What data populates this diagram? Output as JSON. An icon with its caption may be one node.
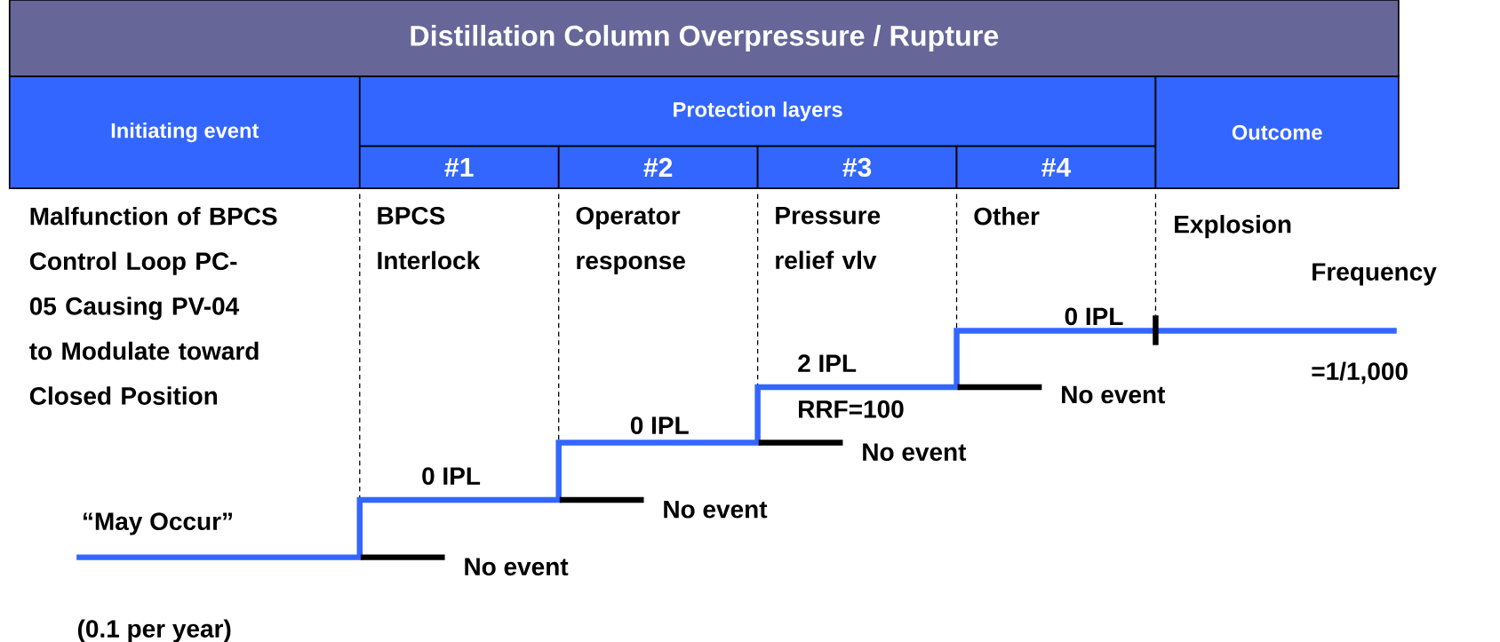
{
  "diagram": {
    "title": "Distillation Column Overpressure /  Rupture",
    "nodes": [
      {
        "text": [
          "Initiating event"
        ]
      },
      {
        "text": [
          "Protection layers"
        ]
      },
      {
        "text": [
          "#1"
        ]
      },
      {
        "text": [
          "#2"
        ]
      },
      {
        "text": [
          "#3"
        ]
      },
      {
        "text": [
          "#4"
        ]
      },
      {
        "text": [
          "Outcome"
        ]
      }
    ],
    "edges": [],
    "labels": [
      "Malfunction of BPCS Control Loop PC-05 Causing PV-04 to Modulate toward Closed Position",
      "BPCS Interlock",
      "Operator response",
      "Pressure relief vlv",
      "Other",
      "Explosion",
      "Frequency",
      "0 IPL",
      "2 IPL",
      "=1/1,000",
      "No event",
      "RRF=100",
      "0 IPL",
      "No event",
      "0 IPL",
      "No event",
      "“May Occur”",
      "No event",
      "(0.1 per year)"
    ]
  }
}
